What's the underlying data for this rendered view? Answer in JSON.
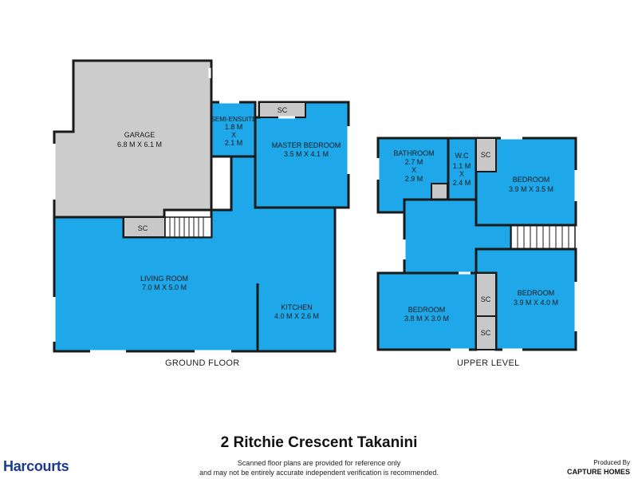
{
  "title": "2 Ritchie Crescent Takanini",
  "disclaimer": {
    "line1": "Scanned floor plans are provided for reference only",
    "line2": "and may not be entirely accurate independent verification is recommended."
  },
  "branding": {
    "agency": "Harcourts",
    "produced_by": "Produced By",
    "producer": "CAPTURE HOMES"
  },
  "colors": {
    "room": "#1ea8ea",
    "garage": "#cccccc",
    "storage": "#c8c8c8",
    "wall": "#1a1a1a"
  },
  "ground_floor": {
    "caption": "GROUND FLOOR",
    "rooms": {
      "garage": {
        "name": "GARAGE",
        "size": "6.8 M X 6.1 M"
      },
      "semi_ensuite": {
        "name": "SEMI-ENSUITE",
        "size1": "1.8 M",
        "x": "X",
        "size2": "2.1 M"
      },
      "master_bedroom": {
        "name": "MASTER BEDROOM",
        "size": "3.5 M X 4.1 M"
      },
      "living_room": {
        "name": "LIVING ROOM",
        "size": "7.0 M X 5.0 M"
      },
      "kitchen": {
        "name": "KITCHEN",
        "size": "4.0 M X 2.6 M"
      }
    },
    "cupboards": [
      "SC",
      "SC"
    ]
  },
  "upper_level": {
    "caption": "UPPER LEVEL",
    "rooms": {
      "bathroom": {
        "name": "BATHROOM",
        "size1": "2.7 M",
        "x": "X",
        "size2": "2.9 M"
      },
      "wc": {
        "name": "W.C",
        "size1": "1.1 M",
        "x": "X",
        "size2": "2.4 M"
      },
      "bedroom_ne": {
        "name": "BEDROOM",
        "size": "3.9 M X 3.5 M"
      },
      "bedroom_sw": {
        "name": "BEDROOM",
        "size": "3.8 M X 3.0 M"
      },
      "bedroom_se": {
        "name": "BEDROOM",
        "size": "3.9 M X 4.0 M"
      }
    },
    "cupboards": [
      "SC",
      "SC",
      "SC"
    ]
  }
}
